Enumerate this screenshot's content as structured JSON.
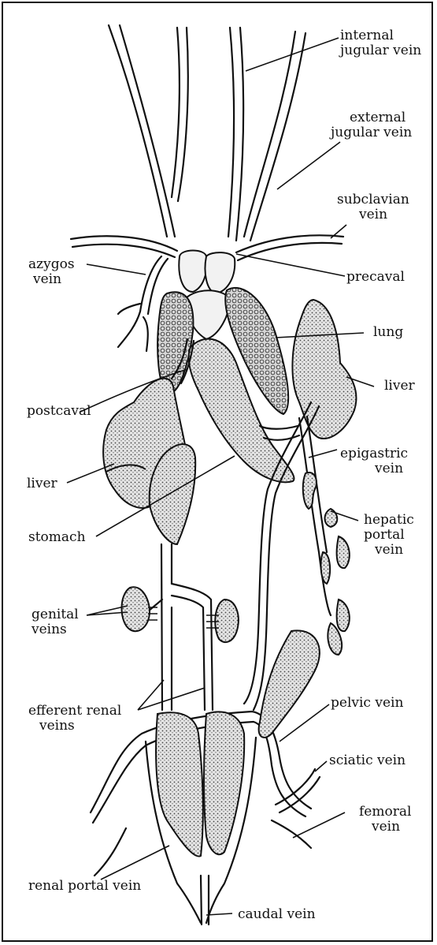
{
  "labels": {
    "internal_jugular": [
      "internal",
      "jugular vein"
    ],
    "external_jugular": [
      "external",
      "jugular vein"
    ],
    "subclavian": [
      "subclavian",
      "vein"
    ],
    "azygos": [
      "azygos",
      "vein"
    ],
    "precaval": "precaval",
    "lung": "lung",
    "liver_right": "liver",
    "postcaval": "postcaval",
    "liver_left": "liver",
    "epigastric": [
      "epigastric",
      "vein"
    ],
    "hepatic_portal": [
      "hepatic",
      "portal",
      "vein"
    ],
    "stomach": "stomach",
    "genital": [
      "genital",
      "veins"
    ],
    "efferent_renal": [
      "efferent renal",
      "veins"
    ],
    "pelvic": "pelvic vein",
    "sciatic": "sciatic vein",
    "femoral": [
      "femoral",
      "vein"
    ],
    "renal_portal": "renal portal vein",
    "caudal": "caudal vein"
  },
  "colors": {
    "ink": "#111111",
    "organ": "#e8e8e8",
    "stipple": "#555555"
  }
}
